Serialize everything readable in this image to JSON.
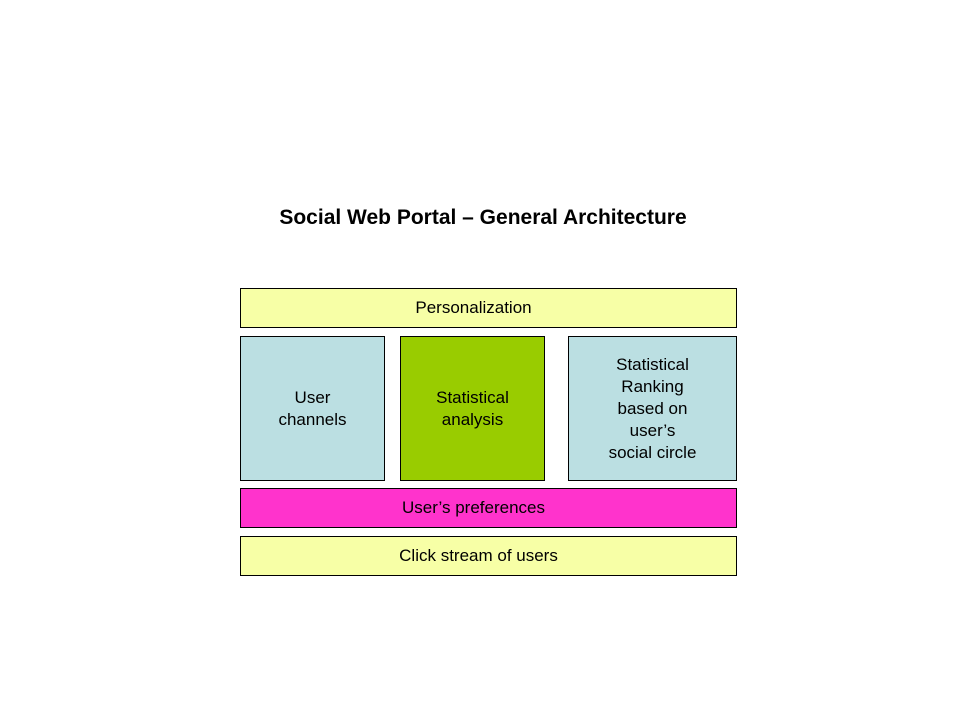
{
  "title": "Social Web Portal – General Architecture",
  "boxes": {
    "personalization": "Personalization",
    "user_channels": [
      "User",
      "channels"
    ],
    "statistical_analysis": [
      "Statistical",
      "analysis"
    ],
    "statistical_ranking": [
      "Statistical",
      "Ranking",
      "based on",
      "user’s",
      "social circle"
    ],
    "user_preferences": "User’s preferences",
    "click_stream": "Click stream of users"
  },
  "colors": {
    "yellow": "#f7ffa6",
    "blue": "#bbdfe2",
    "green": "#99cc00",
    "pink": "#ff33cc"
  }
}
